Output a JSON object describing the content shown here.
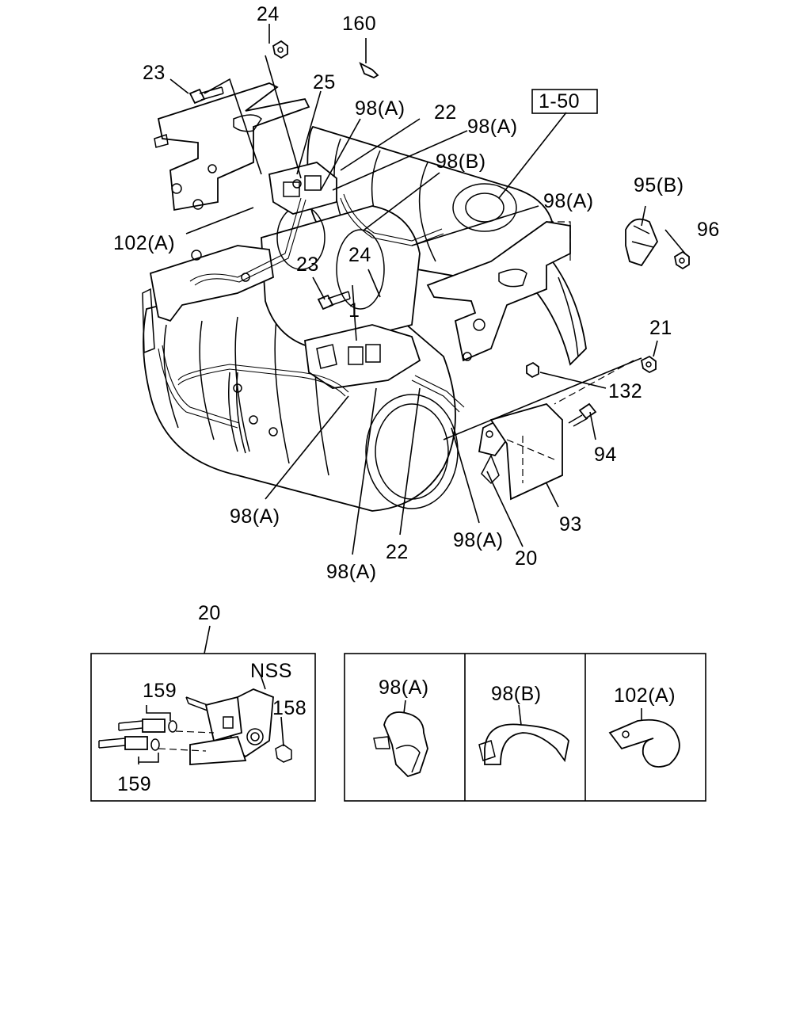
{
  "labels": {
    "l24_top": "24",
    "l160": "160",
    "l23_top": "23",
    "l25": "25",
    "l1_50": "1-50",
    "l98a_1": "98(A)",
    "l22_top": "22",
    "l98a_2": "98(A)",
    "l98b_top": "98(B)",
    "l98a_3": "98(A)",
    "l95b": "95(B)",
    "l96": "96",
    "l102a_top": "102(A)",
    "l23_mid": "23",
    "l24_mid": "24",
    "l1": "1",
    "l21": "21",
    "l132": "132",
    "l94": "94",
    "l93": "93",
    "l98a_4": "98(A)",
    "l98a_5": "98(A)",
    "l20_right": "20",
    "l22_bot": "22",
    "l98a_6": "98(A)"
  },
  "detail_box": {
    "title": "20",
    "nss": "NSS",
    "l158": "158",
    "l159_top": "159",
    "l159_bot": "159"
  },
  "clip_panels": [
    {
      "label": "98(A)"
    },
    {
      "label": "98(B)"
    },
    {
      "label": "102(A)"
    }
  ]
}
